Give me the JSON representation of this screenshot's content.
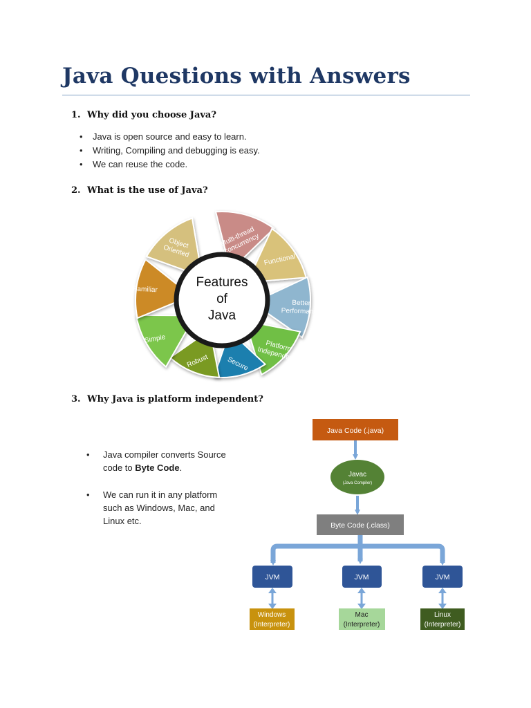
{
  "title": "Java Questions with Answers",
  "q1": {
    "number": "1.",
    "text": "Why did you choose Java?",
    "bullets": [
      "Java is open source and easy to learn.",
      "Writing, Compiling and debugging is easy.",
      "We can reuse the code."
    ]
  },
  "q2": {
    "number": "2.",
    "text": "What is the use of Java?",
    "wheel": {
      "center": [
        "Features",
        "of",
        "Java"
      ],
      "petals": [
        {
          "lines": [
            "Multi-thread",
            "Concurrency"
          ],
          "color": "#c98b87"
        },
        {
          "lines": [
            "Functional"
          ],
          "color": "#d9c27a"
        },
        {
          "lines": [
            "Better",
            "Performance"
          ],
          "color": "#8fb6cf"
        },
        {
          "lines": [
            "Platform",
            "Independent"
          ],
          "color": "#6fbf45"
        },
        {
          "lines": [
            "Secure"
          ],
          "color": "#1f7fae"
        },
        {
          "lines": [
            "Robust"
          ],
          "color": "#7a9a22"
        },
        {
          "lines": [
            "Simple"
          ],
          "color": "#7cc64b"
        },
        {
          "lines": [
            "Familiar"
          ],
          "color": "#cc8a26"
        },
        {
          "lines": [
            "Object",
            "Oriented"
          ],
          "color": "#d5c07e"
        }
      ]
    }
  },
  "q3": {
    "number": "3.",
    "text": "Why Java is platform independent?",
    "bullets": [
      {
        "line1": "Java compiler converts Source",
        "line2_pre": "code to ",
        "line2_bold": "Byte Code",
        "line2_post": "."
      },
      {
        "line1": "We can run it in any platform",
        "line2": "such as Windows, Mac, and",
        "line3": "Linux etc."
      }
    ],
    "flow": {
      "source": "Java Code (.java)",
      "compiler": "Javac",
      "compiler_sub": "(Java Compiler)",
      "bytecode": "Byte Code (.class)",
      "jvm": "JVM",
      "platforms": [
        {
          "name": "Windows",
          "sub": "(Interpreter)",
          "color": "#c8920e"
        },
        {
          "name": "Mac",
          "sub": "(Interpreter)",
          "color": "#a6d79a"
        },
        {
          "name": "Linux",
          "sub": "(Interpreter)",
          "color": "#3f5c20"
        }
      ],
      "colors": {
        "source": "#c55a11",
        "compiler": "#548235",
        "bytecode": "#7f7f7f",
        "jvm": "#2f5597",
        "arrow": "#7aa6d8"
      }
    }
  }
}
